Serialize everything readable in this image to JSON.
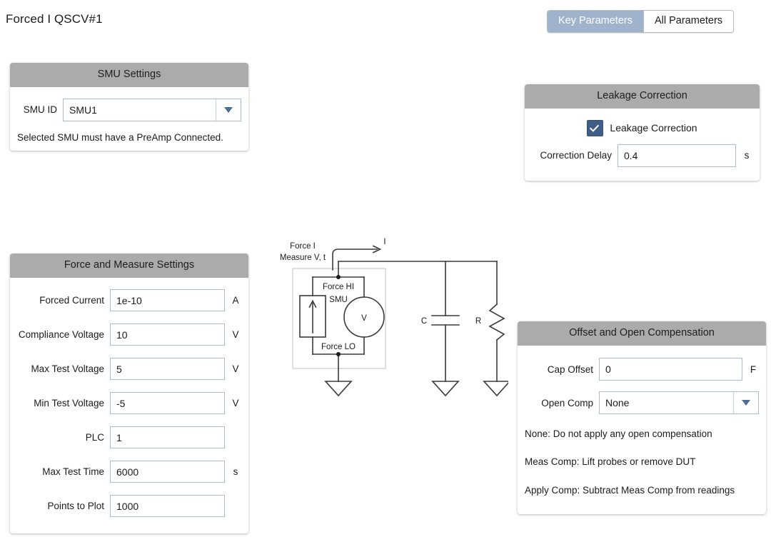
{
  "header": {
    "title": "Forced I QSCV#1",
    "toggle": {
      "options": [
        {
          "label": "Key Parameters",
          "selected": true
        },
        {
          "label": "All Parameters",
          "selected": false
        }
      ]
    }
  },
  "smu_settings": {
    "title": "SMU Settings",
    "smu_id_label": "SMU ID",
    "smu_id_value": "SMU1",
    "note": "Selected SMU must have a PreAmp Connected."
  },
  "leakage_correction": {
    "title": "Leakage Correction",
    "checkbox_label": "Leakage Correction",
    "checkbox_checked": true,
    "delay_label": "Correction Delay",
    "delay_value": "0.4",
    "delay_unit": "s"
  },
  "force_measure": {
    "title": "Force and Measure Settings",
    "rows": [
      {
        "label": "Forced Current",
        "value": "1e-10",
        "unit": "A"
      },
      {
        "label": "Compliance Voltage",
        "value": "10",
        "unit": "V"
      },
      {
        "label": "Max Test Voltage",
        "value": "5",
        "unit": "V"
      },
      {
        "label": "Min Test Voltage",
        "value": "-5",
        "unit": "V"
      },
      {
        "label": "PLC",
        "value": "1",
        "unit": ""
      },
      {
        "label": "Max Test Time",
        "value": "6000",
        "unit": "s"
      },
      {
        "label": "Points to Plot",
        "value": "1000",
        "unit": ""
      }
    ]
  },
  "offset_open_compensation": {
    "title": "Offset and Open Compensation",
    "cap_offset_label": "Cap Offset",
    "cap_offset_value": "0",
    "cap_offset_unit": "F",
    "open_comp_label": "Open Comp",
    "open_comp_value": "None",
    "notes": [
      "None: Do not apply any open compensation",
      "Meas Comp: Lift probes or remove DUT",
      "Apply Comp: Subtract Meas Comp from readings"
    ]
  },
  "circuit": {
    "current_label": "I",
    "force_i_label": "Force I",
    "measure_label": "Measure V, t",
    "force_hi_label": "Force HI",
    "smu_label": "SMU",
    "voltmeter_label": "V",
    "force_lo_label": "Force LO",
    "capacitor_label": "C",
    "resistor_label": "R"
  },
  "colors": {
    "panel_header": "#ababab",
    "toggle_selected": "#9fb4cc",
    "checkbox": "#3f5d85",
    "input_border": "#a9bcd0",
    "dropdown_arrow": "#4b6c97",
    "wire": "#3a3a3a"
  }
}
